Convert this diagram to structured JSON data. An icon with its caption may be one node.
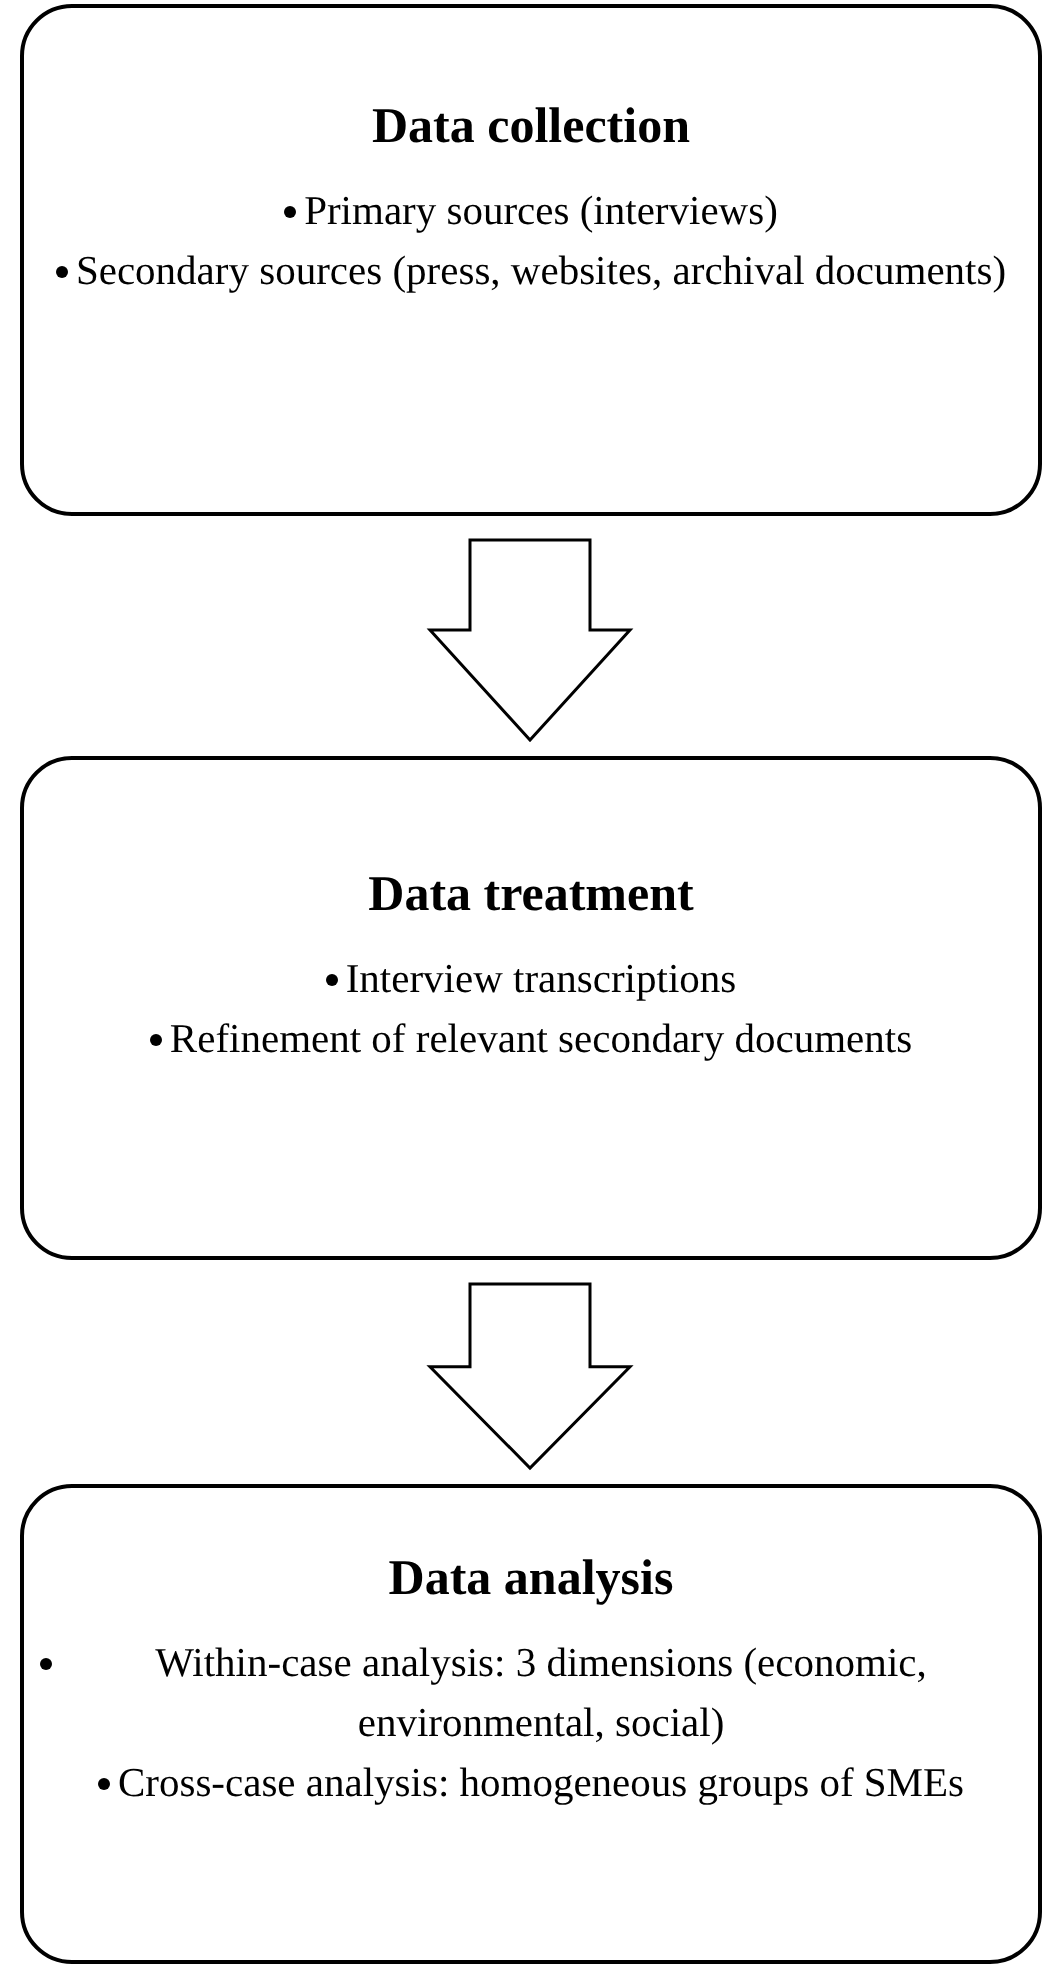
{
  "diagram": {
    "nodes": [
      {
        "text": [
          "Data collection",
          "Primary sources (interviews)",
          "Secondary sources (press, websites, archival documents)"
        ]
      },
      {
        "text": [
          "Data treatment",
          "Interview transcriptions",
          "Refinement of relevant secondary documents"
        ]
      },
      {
        "text": [
          "Data analysis",
          "Within-case analysis: 3 dimensions (economic, environmental, social)",
          "Cross-case analysis: homogeneous groups of SMEs"
        ]
      }
    ],
    "edges": [
      {
        "from": 0,
        "to": 1,
        "arrow": "to"
      },
      {
        "from": 1,
        "to": 2,
        "arrow": "to"
      }
    ]
  }
}
